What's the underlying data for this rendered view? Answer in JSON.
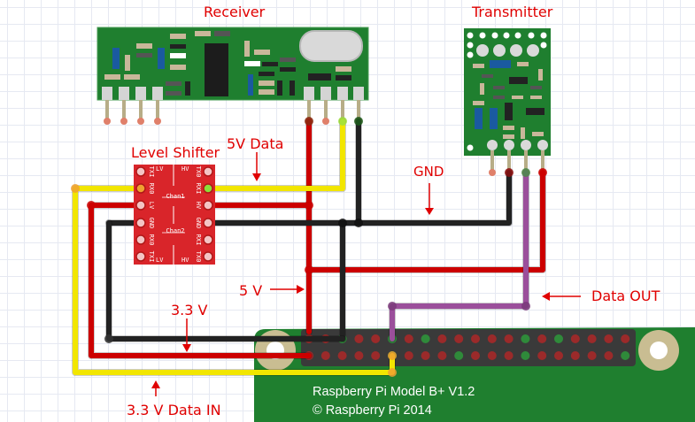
{
  "labels": {
    "receiver": "Receiver",
    "transmitter": "Transmitter",
    "level_shifter": "Level Shifter",
    "five_v_data": "5V Data",
    "gnd": "GND",
    "five_v": "5 V",
    "three_three_v": "3.3 V",
    "data_out": "Data OUT",
    "three_three_v_data_in": "3.3 V Data  IN"
  },
  "raspberry_pi": {
    "model": "Raspberry Pi Model B+ V1.2",
    "copyright": "© Raspberry Pi 2014"
  },
  "level_shifter_pins": {
    "lv": "LV",
    "hv": "HV",
    "chan1": "Chan1",
    "chan2": "Chan2",
    "tx1": "TXI",
    "rx0": "RX0",
    "gnd": "GND",
    "tx0": "TX0",
    "rx1": "RXI"
  },
  "wire_colors": {
    "power_5v": "#cc0000",
    "power_3v3": "#cc0000",
    "ground": "#222222",
    "data_5v": "#f2e600",
    "data_3v3": "#f2e600",
    "data_out": "#9b4f9b"
  },
  "board_colors": {
    "pcb_green": "#1f7f2f",
    "level_shifter_red": "#d9252a",
    "label_red": "#e00000"
  }
}
